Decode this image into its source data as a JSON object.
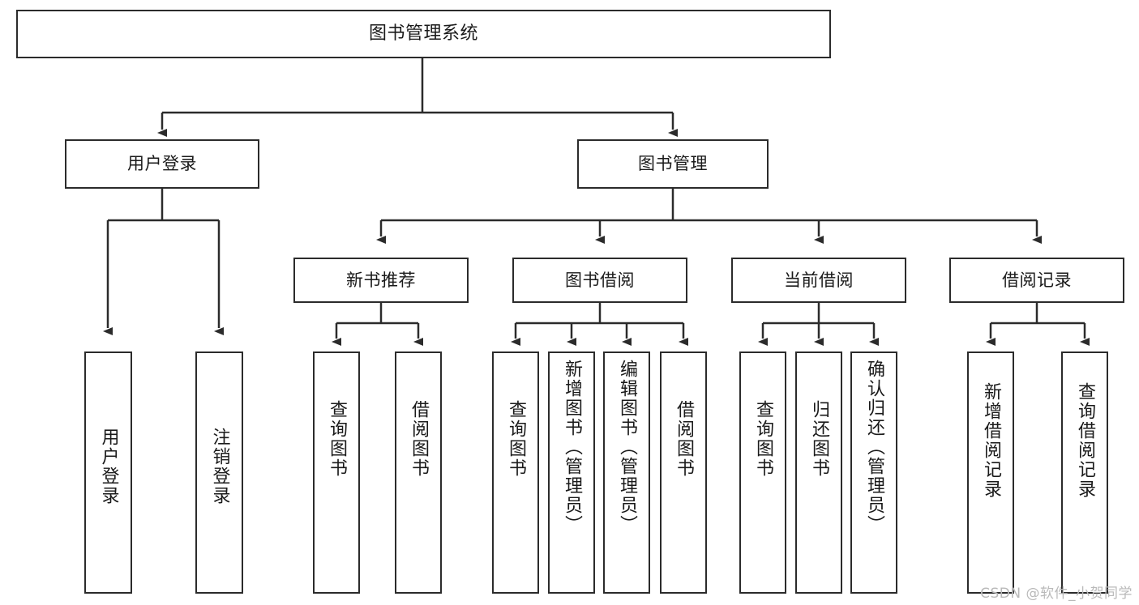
{
  "diagram": {
    "title": "图书管理系统",
    "watermark": "CSDN @软件_小贺同学",
    "root": {
      "label": "图书管理系统"
    },
    "level1": [
      {
        "id": "user-login",
        "label": "用户登录"
      },
      {
        "id": "book-manage",
        "label": "图书管理"
      }
    ],
    "level2": [
      {
        "id": "new-book-recommend",
        "label": "新书推荐"
      },
      {
        "id": "book-borrow",
        "label": "图书借阅"
      },
      {
        "id": "current-borrow",
        "label": "当前借阅"
      },
      {
        "id": "borrow-record",
        "label": "借阅记录"
      }
    ],
    "leaves": {
      "user_login": [
        {
          "id": "leaf-user-login",
          "label": "用户登录"
        },
        {
          "id": "leaf-logout",
          "label": "注销登录"
        }
      ],
      "new_book_recommend": [
        {
          "id": "leaf-query-book-1",
          "label": "查询图书"
        },
        {
          "id": "leaf-borrow-book-1",
          "label": "借阅图书"
        }
      ],
      "book_borrow": [
        {
          "id": "leaf-query-book-2",
          "label": "查询图书"
        },
        {
          "id": "leaf-add-book",
          "label": "新增图书（管理员）"
        },
        {
          "id": "leaf-edit-book",
          "label": "编辑图书（管理员）"
        },
        {
          "id": "leaf-borrow-book-2",
          "label": "借阅图书"
        }
      ],
      "current_borrow": [
        {
          "id": "leaf-query-book-3",
          "label": "查询图书"
        },
        {
          "id": "leaf-return-book",
          "label": "归还图书"
        },
        {
          "id": "leaf-confirm-return",
          "label": "确认归还（管理员）"
        }
      ],
      "borrow_record": [
        {
          "id": "leaf-add-record",
          "label": "新增借阅记录"
        },
        {
          "id": "leaf-query-record",
          "label": "查询借阅记录"
        }
      ]
    },
    "colors": {
      "stroke": "#2b2b2b",
      "fill": "#ffffff",
      "text": "#1a1a1a",
      "watermark": "#b9b9b9"
    }
  }
}
